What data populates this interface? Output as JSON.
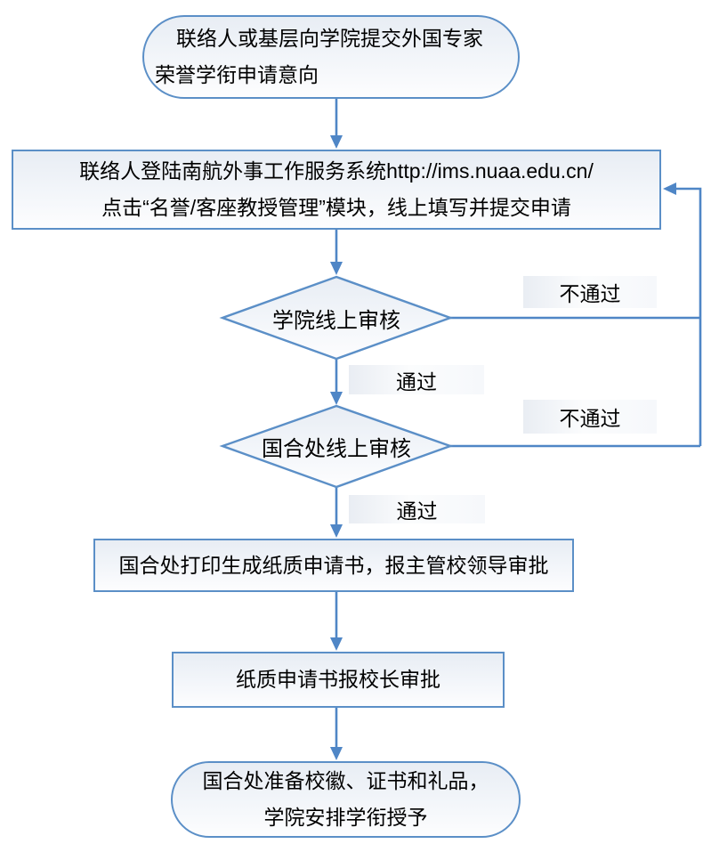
{
  "diagram": {
    "nodes": {
      "start": {
        "line1": "联络人或基层向学院提交外国专家",
        "line2": "荣誉学衔申请意向"
      },
      "login": {
        "line1": "联络人登陆南航外事工作服务系统http://ims.nuaa.edu.cn/",
        "line2": "点击“名誉/客座教授管理”模块，线上填写并提交申请"
      },
      "college_review": {
        "label": "学院线上审核"
      },
      "intl_office_review": {
        "label": "国合处线上审核"
      },
      "print_approval": {
        "label": "国合处打印生成纸质申请书，报主管校领导审批"
      },
      "president_approval": {
        "label": "纸质申请书报校长审批"
      },
      "award": {
        "line1": "国合处准备校徽、证书和礼品，",
        "line2": "学院安排学衔授予"
      }
    },
    "edge_labels": {
      "college_fail": "不通过",
      "college_pass": "通过",
      "intl_fail": "不通过",
      "intl_pass": "通过"
    },
    "colors": {
      "shape_border": "#5b8fc7",
      "connector": "#4f86c6",
      "shape_fill_top": "#e8edf4",
      "shape_fill_bottom": "#fdfdfe",
      "text": "#000000"
    }
  }
}
